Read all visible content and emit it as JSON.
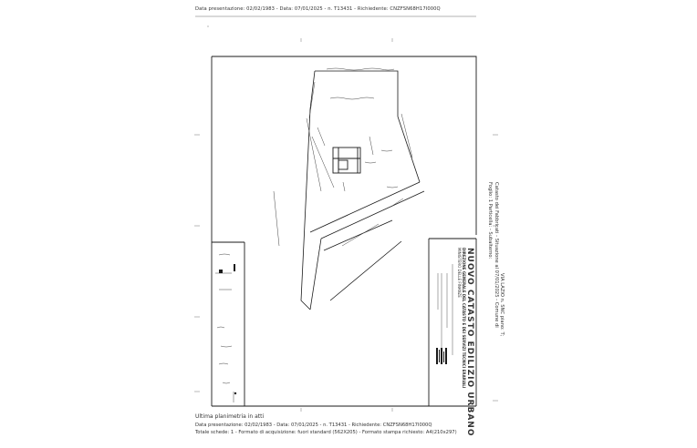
{
  "header": {
    "text": "Data presentazione: 02/02/1983 - Data: 07/01/2025 - n. T13431 - Richiedente: CNZFSN68H17I000Q"
  },
  "footer": {
    "last_sheet": "Ultima planimetria in atti",
    "line1": "Data presentazione: 02/02/1983 - Data: 07/01/2025 - n. T13431 - Richiedente: CNZFSN68H17I000Q",
    "line2": "Totale schede: 1 - Formato di acquisizione: fuori standard (562X205) - Formato stampa richiesto: A4(210x297)"
  },
  "stamp": {
    "ministry": "MINISTERO DELLE FINANZE",
    "direction": "DIREZIONE GENERALE DEL CATASTO E DEI SERVIZI TECNICI ERARIALI",
    "title": "NUOVO CATASTO EDILIZIO URBANO"
  },
  "side_strip": {
    "line1": "Catasto dei Fabbricati - Situazione al 07/01/2025 - Comune di",
    "line2": "Foglio: 1 Particella: - Subalterno:",
    "line3": "VIA LAZIO n. SNC piano: T;"
  },
  "colors": {
    "ink": "#1a1a1a",
    "paper": "#ffffff",
    "faint": "#9a9a9a"
  }
}
